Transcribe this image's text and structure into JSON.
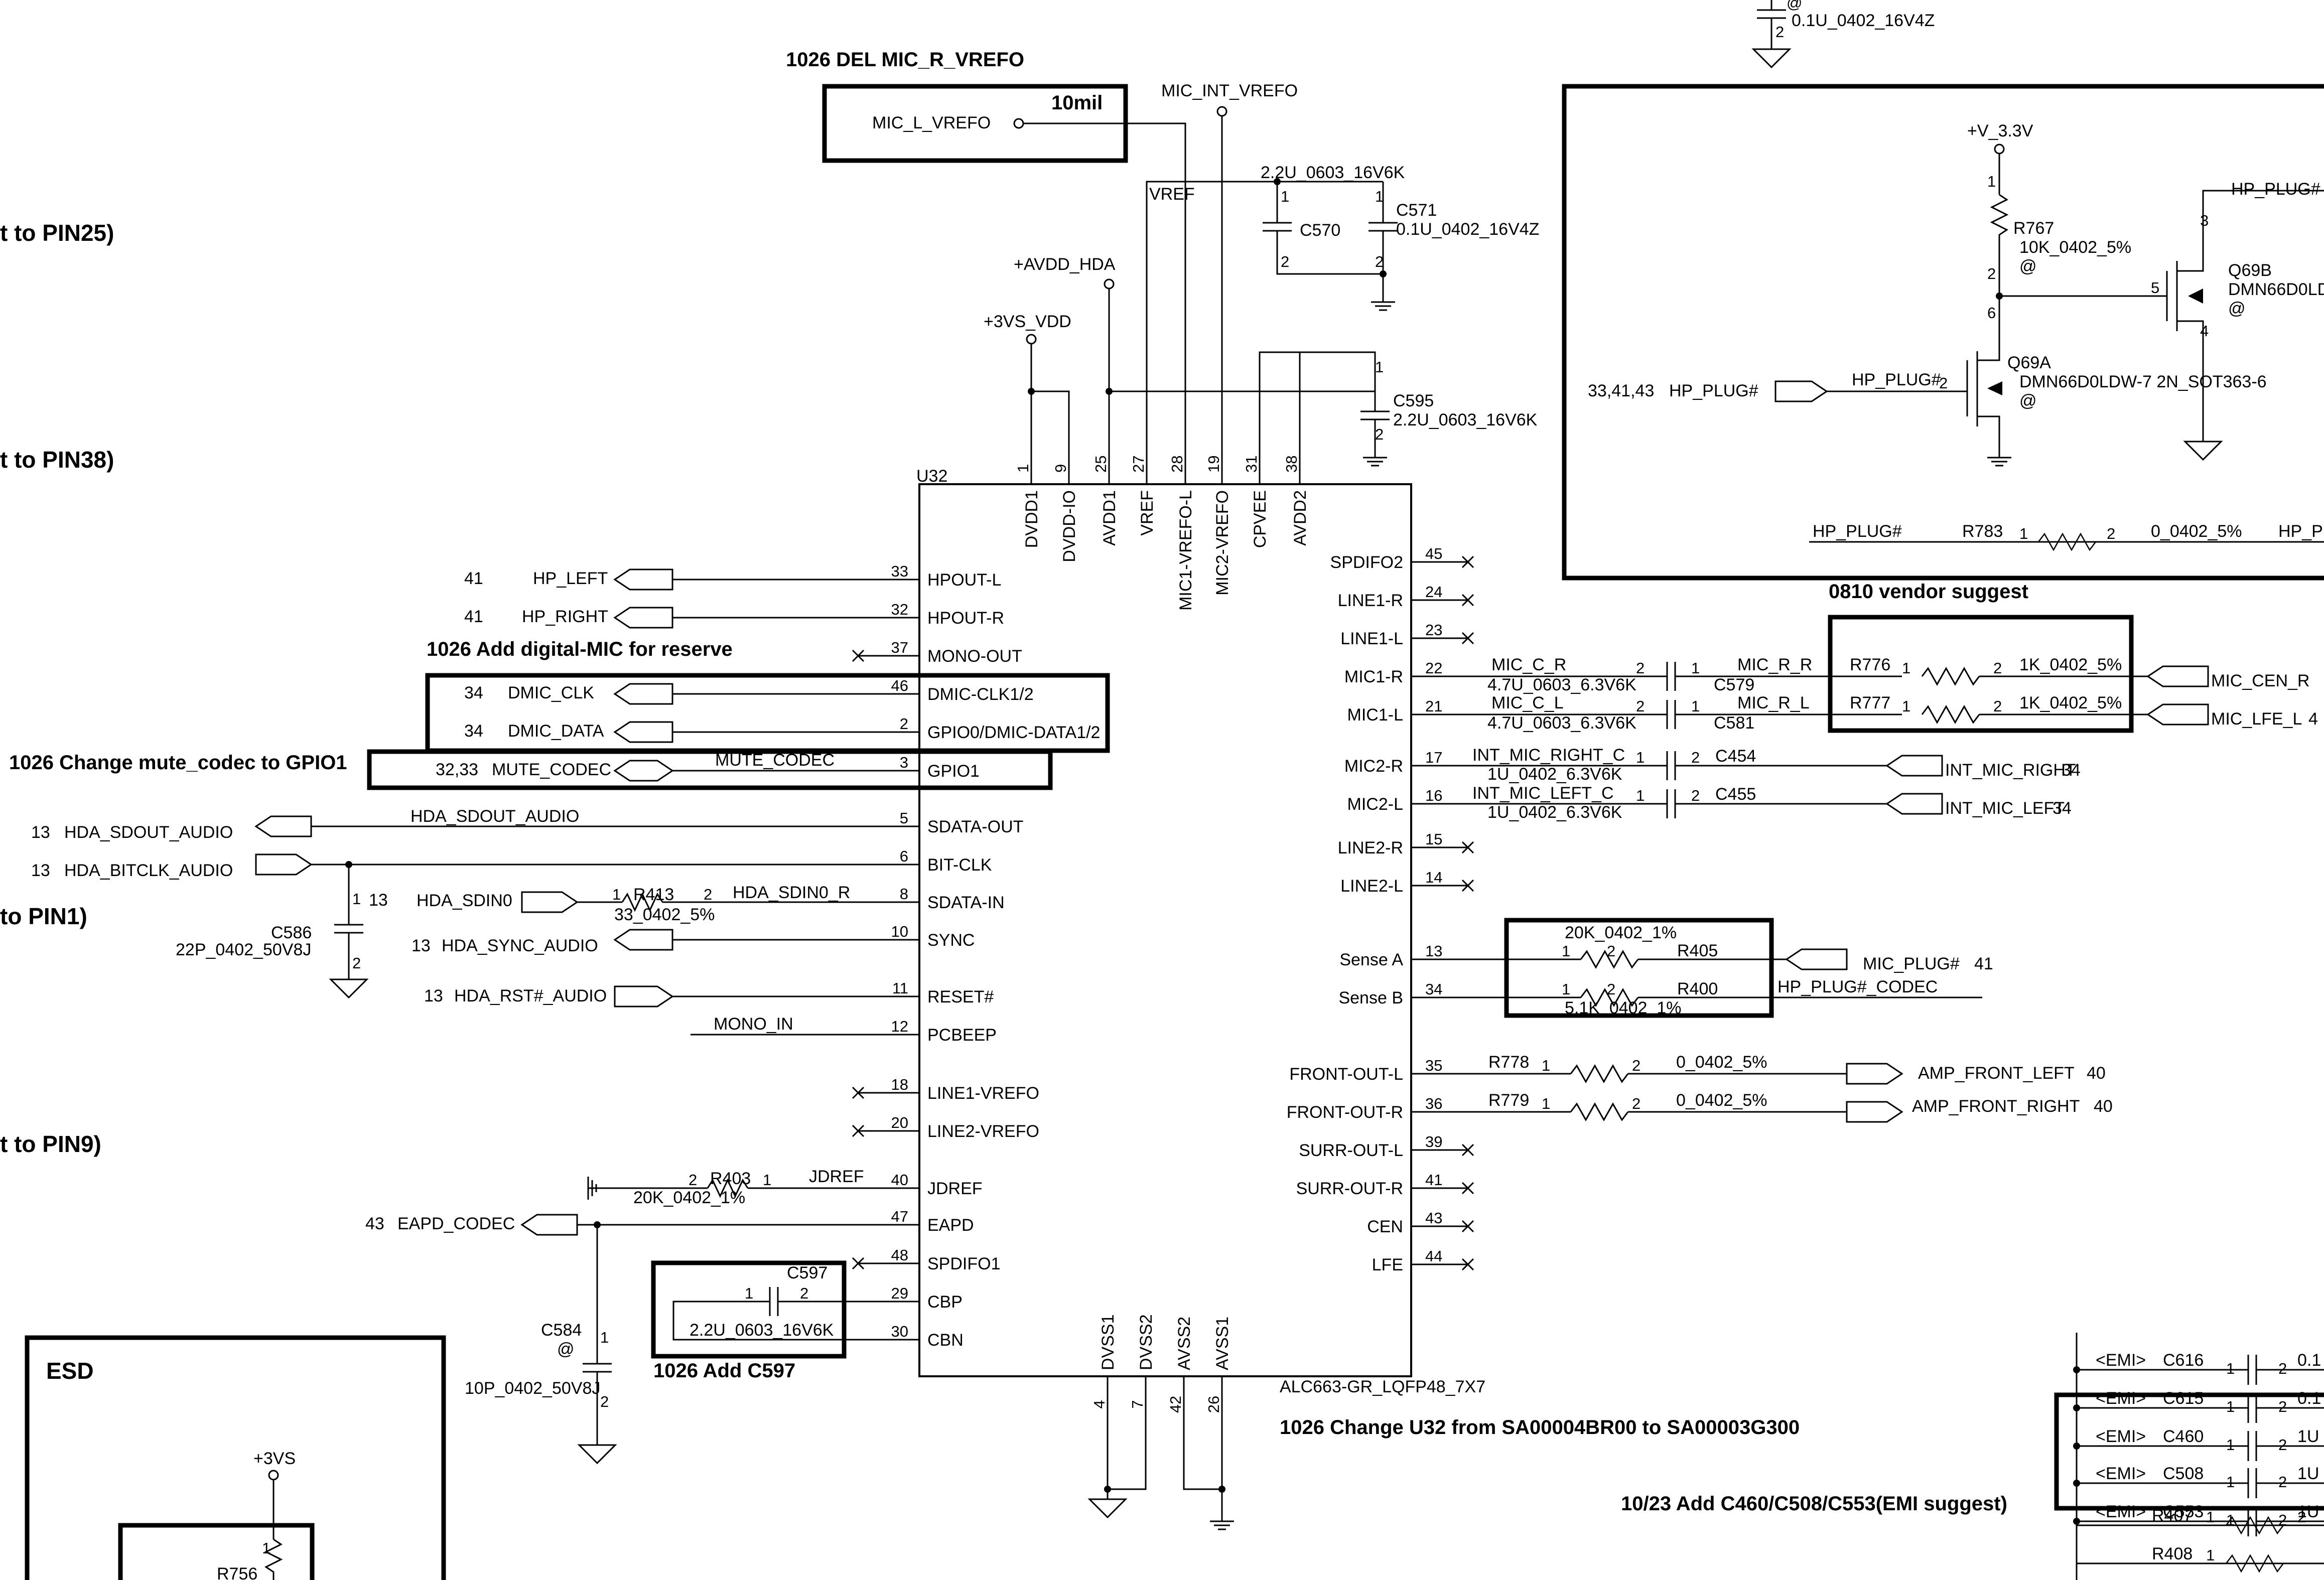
{
  "chip": {
    "ref": "U32",
    "part": "ALC663-GR_LQFP48_7X7",
    "top_pins": [
      {
        "num": "1",
        "name": "DVDD1"
      },
      {
        "num": "9",
        "name": "DVDD-IO"
      },
      {
        "num": "25",
        "name": "AVDD1"
      },
      {
        "num": "27",
        "name": "VREF"
      },
      {
        "num": "28",
        "name": "MIC1-VREFO-L"
      },
      {
        "num": "19",
        "name": "MIC2-VREFO"
      },
      {
        "num": "31",
        "name": "CPVEE"
      },
      {
        "num": "38",
        "name": "AVDD2"
      }
    ],
    "bottom_pins": [
      {
        "num": "4",
        "name": "DVSS1"
      },
      {
        "num": "7",
        "name": "DVSS2"
      },
      {
        "num": "42",
        "name": "AVSS2"
      },
      {
        "num": "26",
        "name": "AVSS1"
      }
    ],
    "left_pins": [
      {
        "num": "33",
        "name": "HPOUT-L"
      },
      {
        "num": "32",
        "name": "HPOUT-R"
      },
      {
        "num": "37",
        "name": "MONO-OUT"
      },
      {
        "num": "46",
        "name": "DMIC-CLK1/2"
      },
      {
        "num": "2",
        "name": "GPIO0/DMIC-DATA1/2"
      },
      {
        "num": "3",
        "name": "GPIO1"
      },
      {
        "num": "5",
        "name": "SDATA-OUT"
      },
      {
        "num": "6",
        "name": "BIT-CLK"
      },
      {
        "num": "8",
        "name": "SDATA-IN"
      },
      {
        "num": "10",
        "name": "SYNC"
      },
      {
        "num": "11",
        "name": "RESET#"
      },
      {
        "num": "12",
        "name": "PCBEEP"
      },
      {
        "num": "18",
        "name": "LINE1-VREFO"
      },
      {
        "num": "20",
        "name": "LINE2-VREFO"
      },
      {
        "num": "40",
        "name": "JDREF"
      },
      {
        "num": "47",
        "name": "EAPD"
      },
      {
        "num": "48",
        "name": "SPDIFO1"
      },
      {
        "num": "29",
        "name": "CBP"
      },
      {
        "num": "30",
        "name": "CBN"
      }
    ],
    "right_pins": [
      {
        "num": "45",
        "name": "SPDIFO2"
      },
      {
        "num": "24",
        "name": "LINE1-R"
      },
      {
        "num": "23",
        "name": "LINE1-L"
      },
      {
        "num": "22",
        "name": "MIC1-R"
      },
      {
        "num": "21",
        "name": "MIC1-L"
      },
      {
        "num": "17",
        "name": "MIC2-R"
      },
      {
        "num": "16",
        "name": "MIC2-L"
      },
      {
        "num": "15",
        "name": "LINE2-R"
      },
      {
        "num": "14",
        "name": "LINE2-L"
      },
      {
        "num": "13",
        "name": "Sense A"
      },
      {
        "num": "34",
        "name": "Sense B"
      },
      {
        "num": "35",
        "name": "FRONT-OUT-L"
      },
      {
        "num": "36",
        "name": "FRONT-OUT-R"
      },
      {
        "num": "39",
        "name": "SURR-OUT-L"
      },
      {
        "num": "41",
        "name": "SURR-OUT-R"
      },
      {
        "num": "43",
        "name": "CEN"
      },
      {
        "num": "44",
        "name": "LFE"
      }
    ]
  },
  "notes": {
    "del_mic": "1026 DEL MIC_R_VREFO",
    "mil": "10mil",
    "add_dmic": "1026 Add digital-MIC for reserve",
    "mute": "1026 Change mute_codec to GPIO1",
    "add_c597": "1026 Add C597",
    "change_u32": "1026 Change U32 from SA00004BR00 to SA00003G300",
    "vendor": "0810 vendor suggest",
    "emi": "10/23 Add C460/C508/C553(EMI suggest)",
    "esd": "ESD",
    "pin25": "t to PIN25)",
    "pin38": "t to PIN38)",
    "pin1": "to PIN1)",
    "pin9": "t to PIN9)"
  },
  "power": {
    "v3vs_vdd": "+3VS_VDD",
    "avdd_hda": "+AVDD_HDA",
    "mic_int_vrefo": "MIC_INT_VREFO",
    "vref": "VREF",
    "v33": "+V_3.3V",
    "v3vs": "+3VS"
  },
  "caps": {
    "c570": "C570",
    "c570_val": "2.2U_0603_16V6K",
    "c571": "C571",
    "c571_val": "0.1U_0402_16V4Z",
    "c595": "C595",
    "c595_val": "2.2U_0603_16V6K",
    "c586": "C586",
    "c586_val": "22P_0402_50V8J",
    "c584": "C584",
    "c584_val": "10P_0402_50V8J",
    "c597": "C597",
    "c597_val": "2.2U_0603_16V6K",
    "c579": "C579",
    "c579_val": "4.7U_0603_6.3V6K",
    "c581": "C581",
    "c581_val": "4.7U_0603_6.3V6K",
    "c454": "C454",
    "c454_val": "1U_0402_6.3V6K",
    "c455": "C455",
    "c455_val": "1U_0402_6.3V6K",
    "top_cap_val": "0.1U_0402_16V4Z"
  },
  "resistors": {
    "r413": "R413",
    "r413_val": "33_0402_5%",
    "r403": "R403",
    "r403_val": "20K_0402_1%",
    "r405": "R405",
    "r405_val": "20K_0402_1%",
    "r400": "R400",
    "r400_val": "5.1K_0402_1%",
    "r776": "R776",
    "r776_val": "1K_0402_5%",
    "r777": "R777",
    "r777_val": "1K_0402_5%",
    "r778": "R778",
    "r778_val": "0_0402_5%",
    "r779": "R779",
    "r779_val": "0_0402_5%",
    "r767": "R767",
    "r767_val": "10K_0402_5%",
    "r783": "R783",
    "r783_val": "0_0402_5%",
    "r407": "R407",
    "r408": "R408",
    "r756": "R756"
  },
  "transistors": {
    "q69a": "Q69A",
    "q69a_val": "DMN66D0LDW-7 2N_SOT363-6",
    "q69b": "Q69B",
    "q69b_val": "DMN66D0LD"
  },
  "nets": {
    "mic_l_vrefo": "MIC_L_VREFO",
    "hp_left": "HP_LEFT",
    "hp_right": "HP_RIGHT",
    "dmic_clk": "DMIC_CLK",
    "dmic_data": "DMIC_DATA",
    "mute_codec": "MUTE_CODEC",
    "hda_sdout": "HDA_SDOUT_AUDIO",
    "hda_bitclk": "HDA_BITCLK_AUDIO",
    "hda_sdin0": "HDA_SDIN0",
    "hda_sdin0_r": "HDA_SDIN0_R",
    "hda_sync": "HDA_SYNC_AUDIO",
    "hda_rst": "HDA_RST#_AUDIO",
    "mono_in": "MONO_IN",
    "jdref": "JDREF",
    "eapd_codec": "EAPD_CODEC",
    "mic_c_r": "MIC_C_R",
    "mic_c_l": "MIC_C_L",
    "mic_r_r": "MIC_R_R",
    "mic_r_l": "MIC_R_L",
    "mic_cen_r": "MIC_CEN_R",
    "mic_lfe_l": "MIC_LFE_L",
    "int_mic_right_c": "INT_MIC_RIGHT_C",
    "int_mic_left_c": "INT_MIC_LEFT_C",
    "int_mic_right": "INT_MIC_RIGHT",
    "int_mic_left": "INT_MIC_LEFT",
    "mic_plug": "MIC_PLUG#",
    "hp_plug_codec": "HP_PLUG#_CODEC",
    "amp_front_left": "AMP_FRONT_LEFT",
    "amp_front_right": "AMP_FRONT_RIGHT",
    "hp_plug": "HP_PLUG#",
    "hp_plug_cut": "HP_PLUC",
    "emi": "<EMI>"
  },
  "refs": {
    "r41": "41",
    "r34": "34",
    "r3233": "32,33",
    "r13": "13",
    "r43": "43",
    "r40": "40",
    "r334143": "33,41,43",
    "r4": "4"
  },
  "emi_caps": [
    {
      "ref": "C616",
      "val": "0.1"
    },
    {
      "ref": "C615",
      "val": "0.1"
    },
    {
      "ref": "C460",
      "val": "1U"
    },
    {
      "ref": "C508",
      "val": "1U"
    },
    {
      "ref": "C553",
      "val": "1U"
    }
  ]
}
